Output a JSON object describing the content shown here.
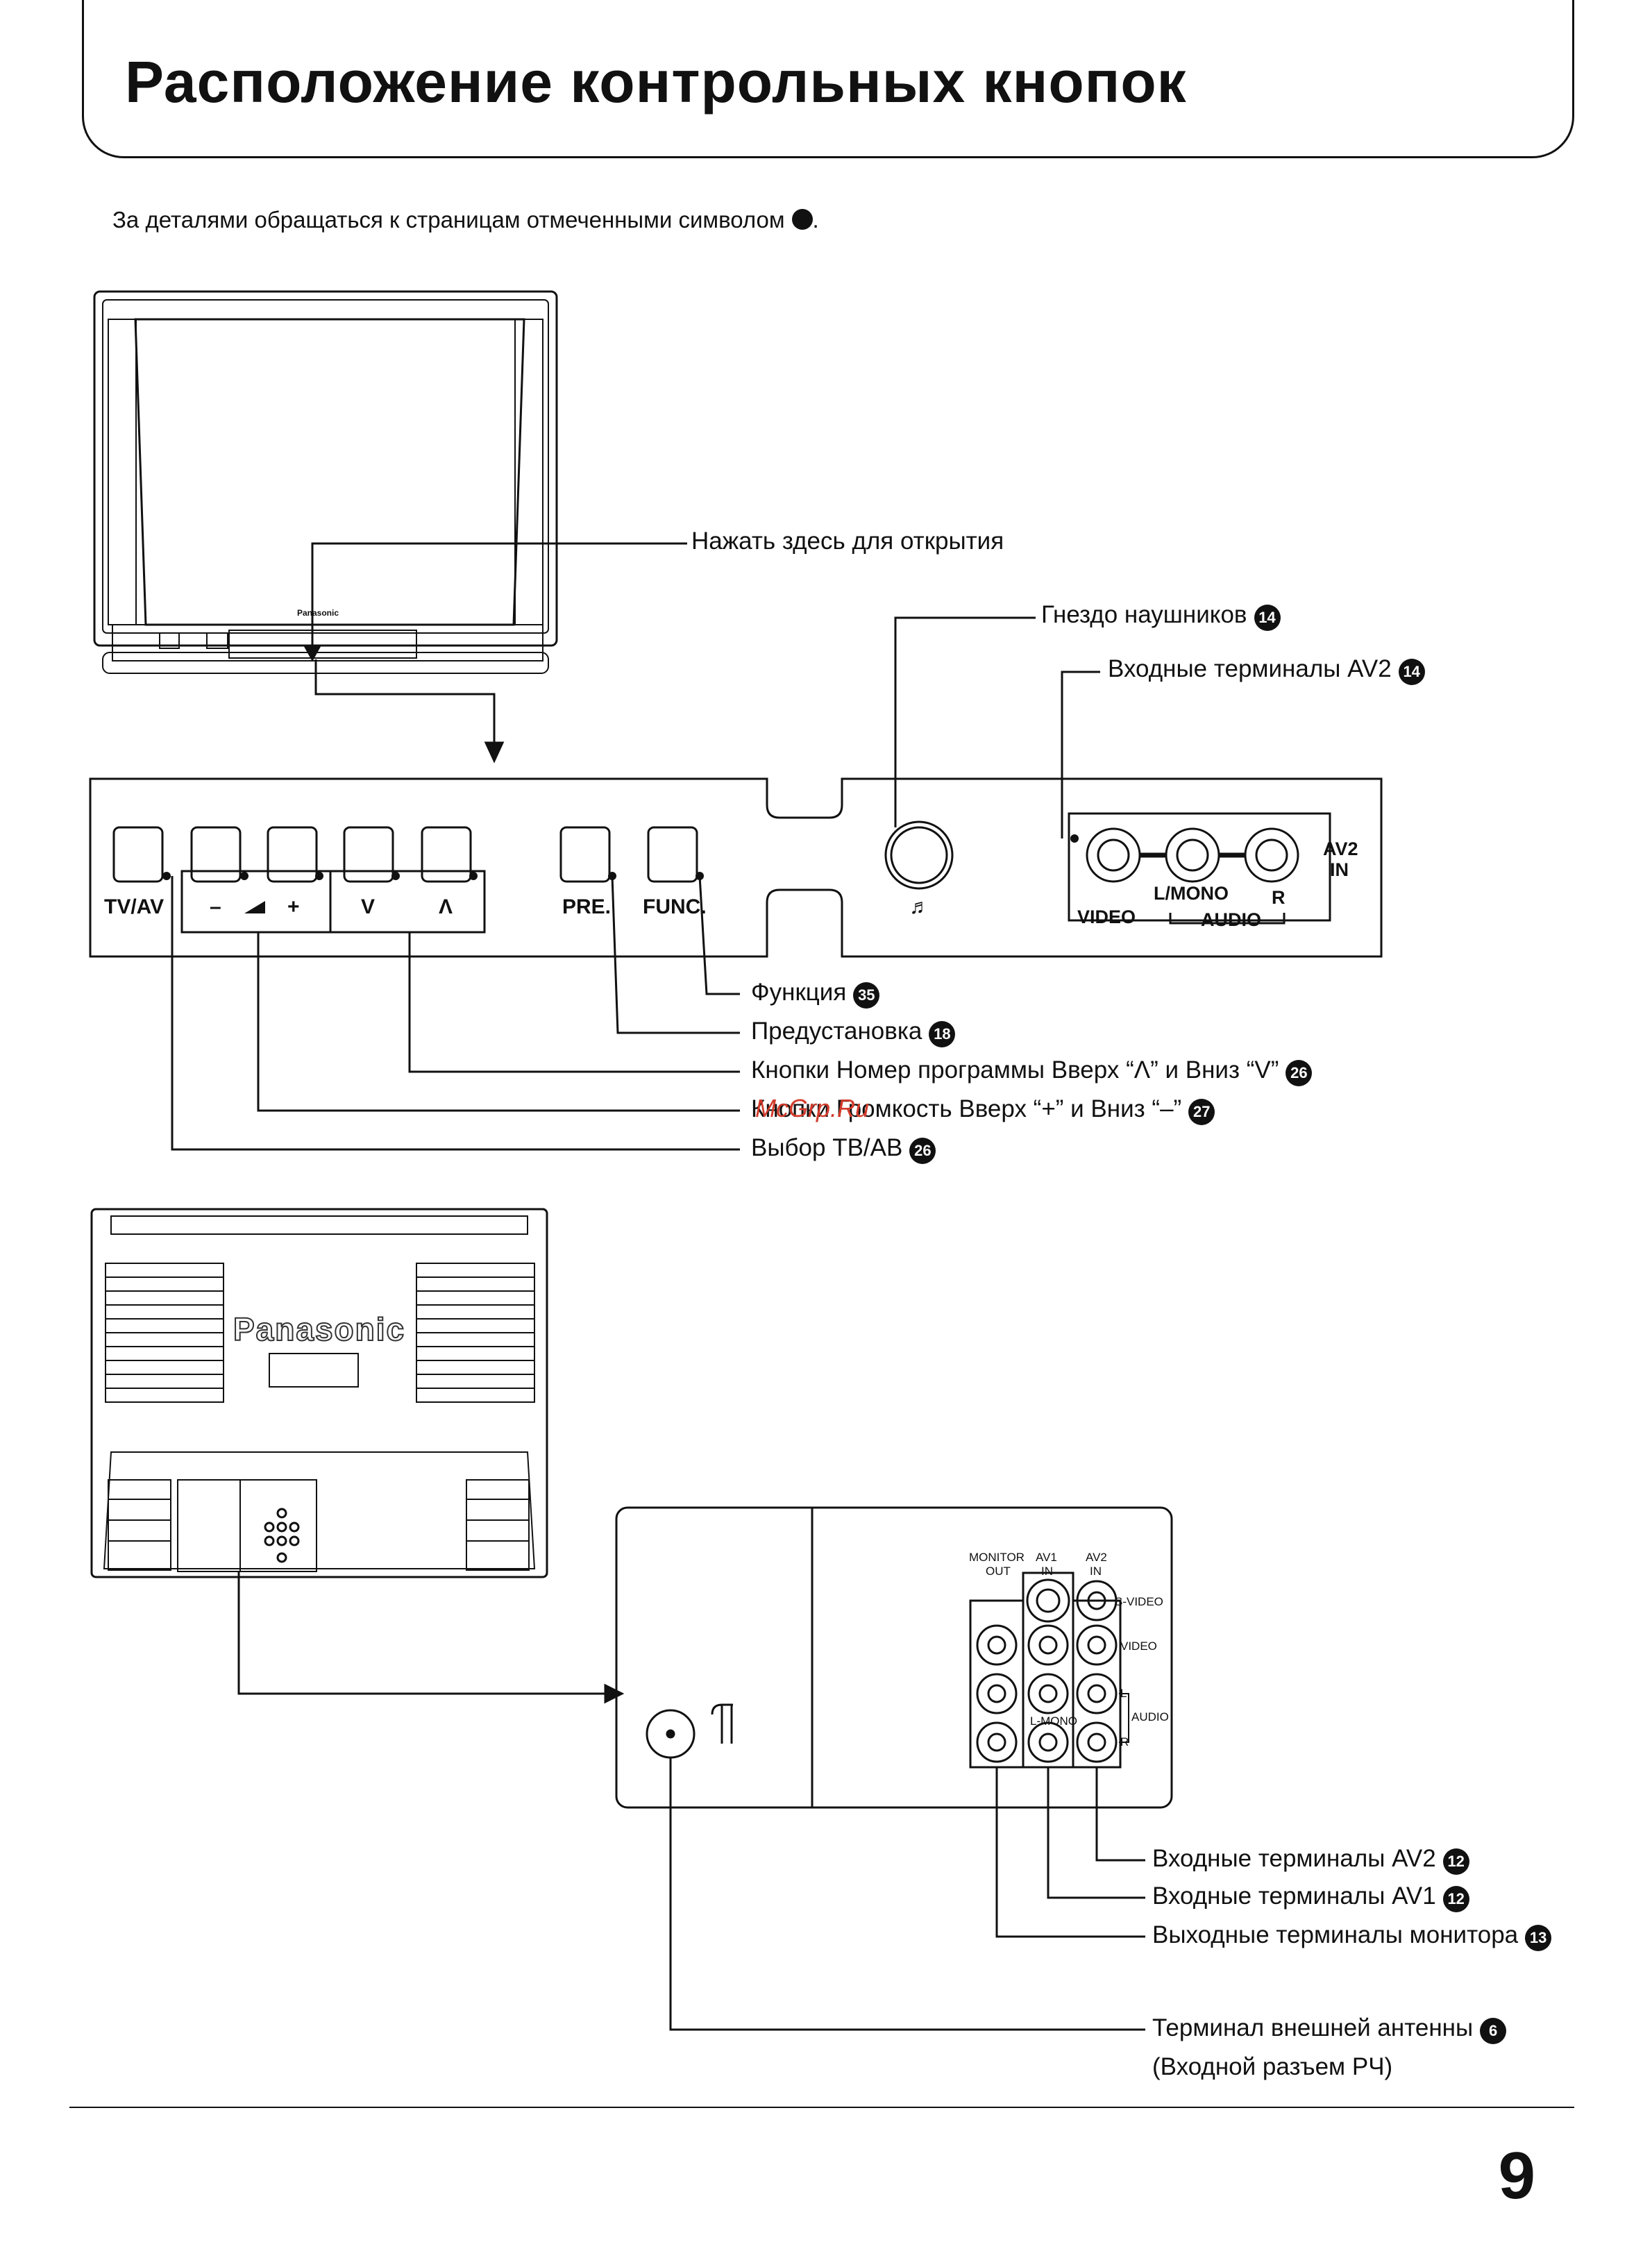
{
  "header": {
    "title": "Расположение контрольных кнопок"
  },
  "intro": {
    "text": "За деталями обращаться к страницам отмеченными символом",
    "suffix": "."
  },
  "front": {
    "brand": "Panasonic",
    "open_label": "Нажать здесь для открытия",
    "headphone": {
      "label": "Гнездо наушников",
      "page": "14"
    },
    "av2_inputs": {
      "label": "Входные терминалы AV2",
      "page": "14"
    },
    "panel_buttons": {
      "tvav": "TV/AV",
      "vol_minus": "–",
      "vol_plus": "+",
      "ch_down": "V",
      "ch_up": "Λ",
      "pre": "PRE.",
      "func": "FUNC."
    },
    "jacks": {
      "video": "VIDEO",
      "lmono": "L/MONO",
      "r": "R",
      "audio": "AUDIO",
      "av2": "AV2",
      "in": "IN"
    },
    "callouts": [
      {
        "label": "Функция",
        "page": "35"
      },
      {
        "label": "Предустановка",
        "page": "18"
      },
      {
        "label": "Кнопки Номер программы Вверх “Λ” и Вниз “V”",
        "page": "26"
      },
      {
        "label": "Кнопки Громкость Вверх “+” и Вниз “–”",
        "page": "27"
      },
      {
        "label": "Выбор ТВ/АВ",
        "page": "26"
      }
    ]
  },
  "rear": {
    "brand": "Panasonic",
    "panel_labels": {
      "monitor_out_1": "MONITOR",
      "monitor_out_2": "OUT",
      "av1_1": "AV1",
      "av1_2": "IN",
      "av2_1": "AV2",
      "av2_2": "IN",
      "svideo": "S-VIDEO",
      "video": "VIDEO",
      "l": "L",
      "audio": "AUDIO",
      "r": "R",
      "lmono": "L-MONO"
    },
    "callouts": [
      {
        "label": "Входные терминалы AV2",
        "page": "12"
      },
      {
        "label": "Входные терминалы AV1",
        "page": "12"
      },
      {
        "label": "Выходные терминалы монитора",
        "page": "13"
      }
    ],
    "antenna": {
      "label": "Терминал внешней антенны",
      "page": "6",
      "sub": "(Входной разъем РЧ)"
    }
  },
  "watermark": "McGrp.Ru",
  "page_number": "9"
}
